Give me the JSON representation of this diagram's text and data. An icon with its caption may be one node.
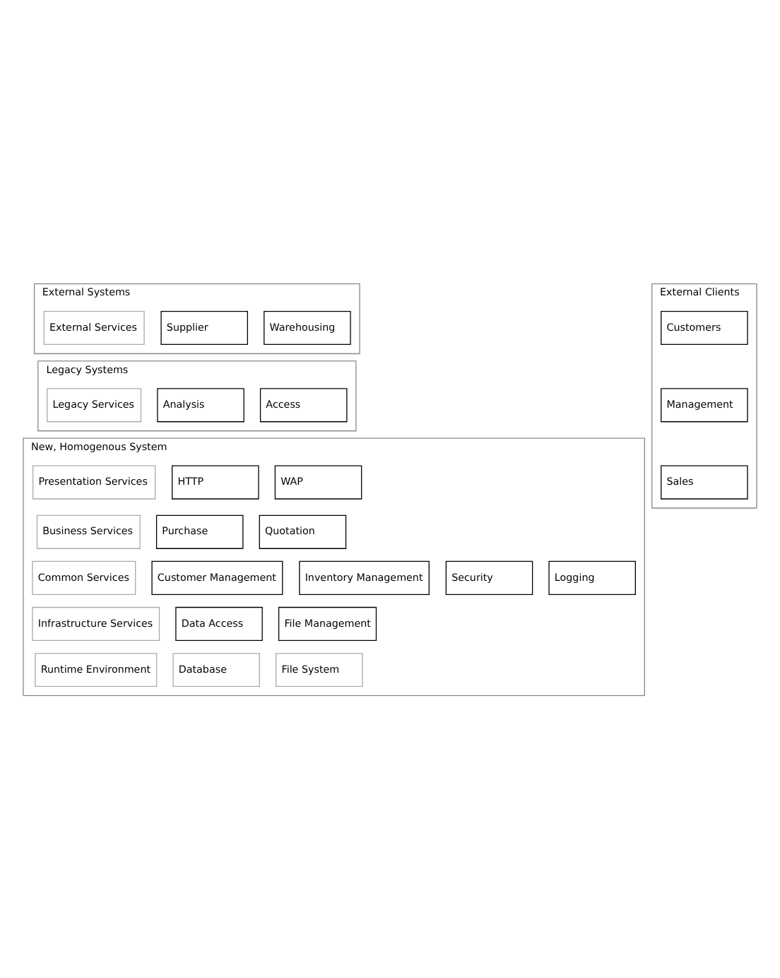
{
  "diagram": {
    "nodes": [
      {
        "text": [
          "External Systems"
        ]
      },
      {
        "text": [
          "External Services"
        ],
        "in": 0
      },
      {
        "text": [
          "Supplier"
        ],
        "in": 0
      },
      {
        "text": [
          "Warehousing"
        ],
        "in": 0
      },
      {
        "text": [
          "External Clients"
        ]
      },
      {
        "text": [
          "Customers"
        ],
        "in": 4
      },
      {
        "text": [
          "Management"
        ],
        "in": 4
      },
      {
        "text": [
          "Sales"
        ],
        "in": 4
      },
      {
        "text": [
          "Legacy Systems"
        ]
      },
      {
        "text": [
          "Legacy Services"
        ],
        "in": 8
      },
      {
        "text": [
          "Analysis"
        ],
        "in": 8
      },
      {
        "text": [
          "Access"
        ],
        "in": 8
      },
      {
        "text": [
          "New, Homogenous System"
        ]
      },
      {
        "text": [
          "Presentation Services"
        ],
        "in": 12
      },
      {
        "text": [
          "HTTP"
        ],
        "in": 12
      },
      {
        "text": [
          "WAP"
        ],
        "in": 12
      },
      {
        "text": [
          "Business Services"
        ],
        "in": 12
      },
      {
        "text": [
          "Purchase"
        ],
        "in": 12
      },
      {
        "text": [
          "Quotation"
        ],
        "in": 12
      },
      {
        "text": [
          "Common Services"
        ],
        "in": 12
      },
      {
        "text": [
          "Customer Management"
        ],
        "in": 12
      },
      {
        "text": [
          "Inventory Management"
        ],
        "in": 12
      },
      {
        "text": [
          "Security"
        ],
        "in": 12
      },
      {
        "text": [
          "Logging"
        ],
        "in": 12
      },
      {
        "text": [
          "Infrastructure Services"
        ],
        "in": 12
      },
      {
        "text": [
          "Data Access"
        ],
        "in": 12
      },
      {
        "text": [
          "File Management"
        ],
        "in": 12
      },
      {
        "text": [
          "Runtime Environment"
        ],
        "in": 12
      },
      {
        "text": [
          "Database"
        ],
        "in": 12
      },
      {
        "text": [
          "File System"
        ],
        "in": 12
      }
    ],
    "edges": []
  }
}
